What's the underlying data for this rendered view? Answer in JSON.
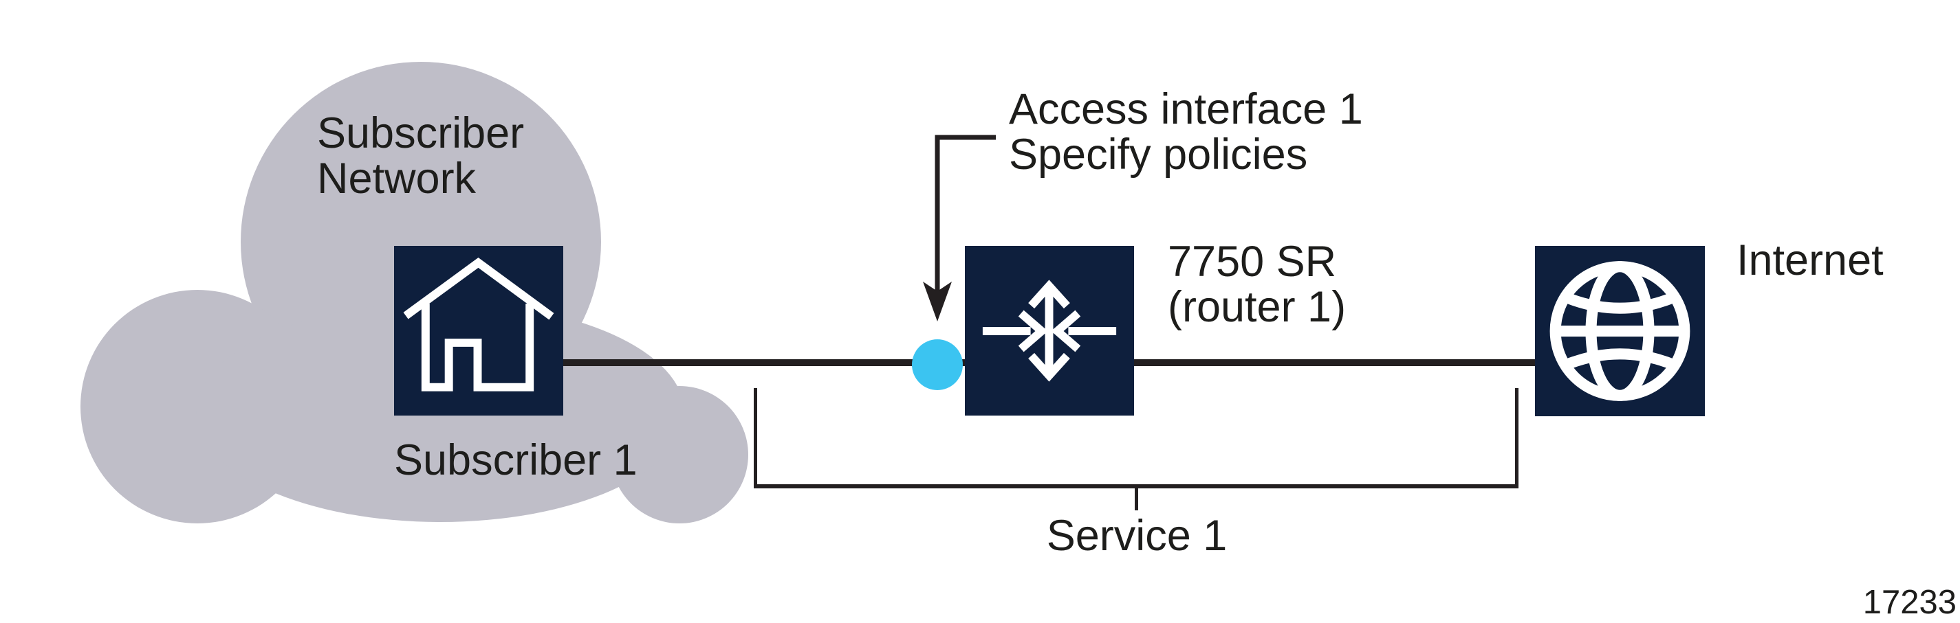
{
  "figure": {
    "figure_number": "17233",
    "colors": {
      "navy": "#0e1f3d",
      "cloud_gray": "#bfbec8",
      "cyan": "#3bc4f1",
      "line": "#231f20",
      "text": "#1d1d1b",
      "icon_stroke": "#ffffff"
    },
    "subscriber_cloud": {
      "label_line1": "Subscriber",
      "label_line2": "Network"
    },
    "subscriber_node": {
      "icon": "house-icon",
      "label": "Subscriber 1"
    },
    "access_interface": {
      "icon": "access-interface-dot",
      "label_line1": "Access interface 1",
      "label_line2": "Specify policies"
    },
    "router_node": {
      "icon": "router-icon",
      "label_line1": "7750 SR",
      "label_line2": "(router 1)"
    },
    "internet_node": {
      "icon": "globe-icon",
      "label": "Internet"
    },
    "service": {
      "label": "Service 1"
    }
  }
}
